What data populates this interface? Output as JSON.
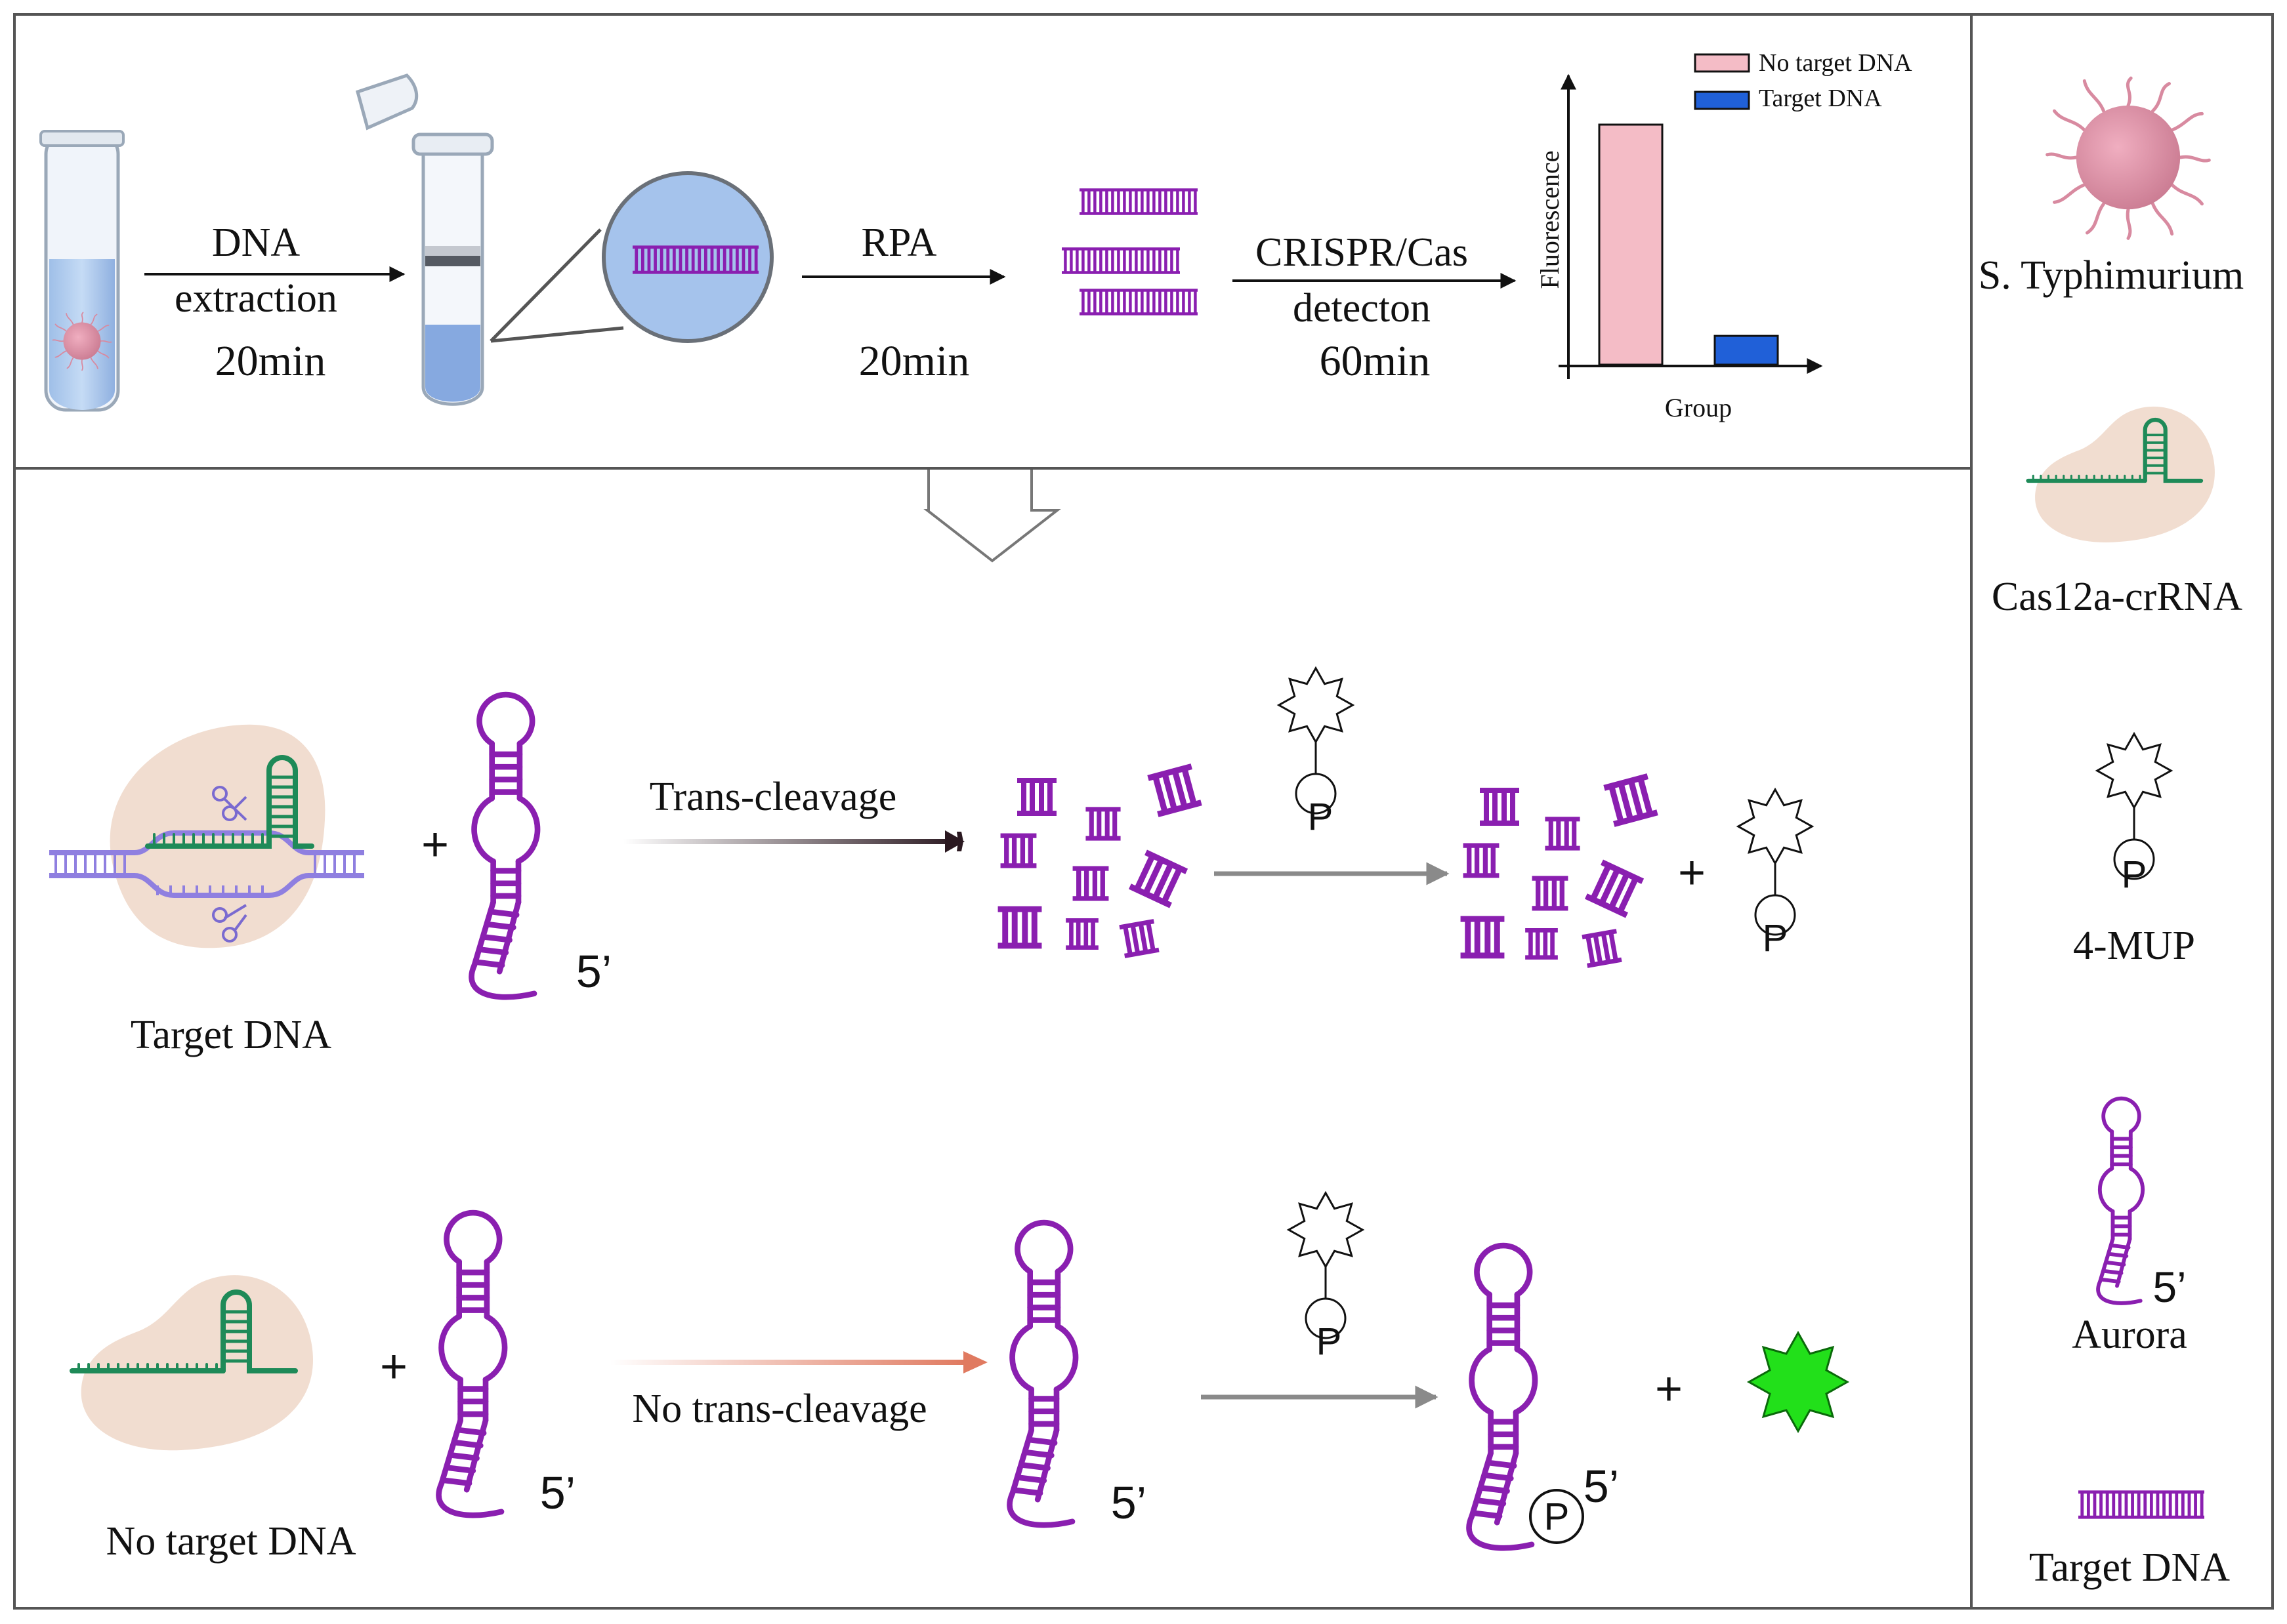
{
  "workflow": {
    "step1_line1": "DNA",
    "step1_line2": "extraction",
    "step1_time": "20min",
    "step2_label": "RPA",
    "step2_time": "20min",
    "step3_line1": "CRISPR/Cas",
    "step3_line2": "detecton",
    "step3_time": "60min"
  },
  "chart_data": {
    "type": "bar",
    "categories": [
      "No target DNA",
      "Target DNA"
    ],
    "values": [
      10,
      1.2
    ],
    "xlabel": "Group",
    "ylabel": "Fluorescence",
    "legend": [
      {
        "label": "No target DNA",
        "color": "#f4bcc6"
      },
      {
        "label": "Target DNA",
        "color": "#2060d8"
      }
    ],
    "legend_position": "top-right"
  },
  "mechanism": {
    "row1": {
      "left_label": "Target DNA",
      "arrow_label": "Trans-cleavage",
      "five_prime": "5’",
      "plus": "+",
      "phosphate": "P"
    },
    "row2": {
      "left_label": "No target DNA",
      "arrow_label": "No trans-cleavage",
      "five_prime": "5’",
      "plus": "+",
      "phosphate": "P"
    }
  },
  "legend_panel": {
    "item1": "S. Typhimurium",
    "item2": "Cas12a-crRNA",
    "item3": "4-MUP",
    "item3_p": "P",
    "item4": "Aurora",
    "item4_5p": "5’",
    "item5": "Target DNA"
  },
  "colors": {
    "purple": "#8a1fb0",
    "green": "#1e8a58",
    "pink_cell": "#d88aa0",
    "tan_protein": "#f1ddd0",
    "dsdna": "#8f7fe0",
    "fluor_green": "#22e01a",
    "arrow_orange": "#e07a60"
  }
}
